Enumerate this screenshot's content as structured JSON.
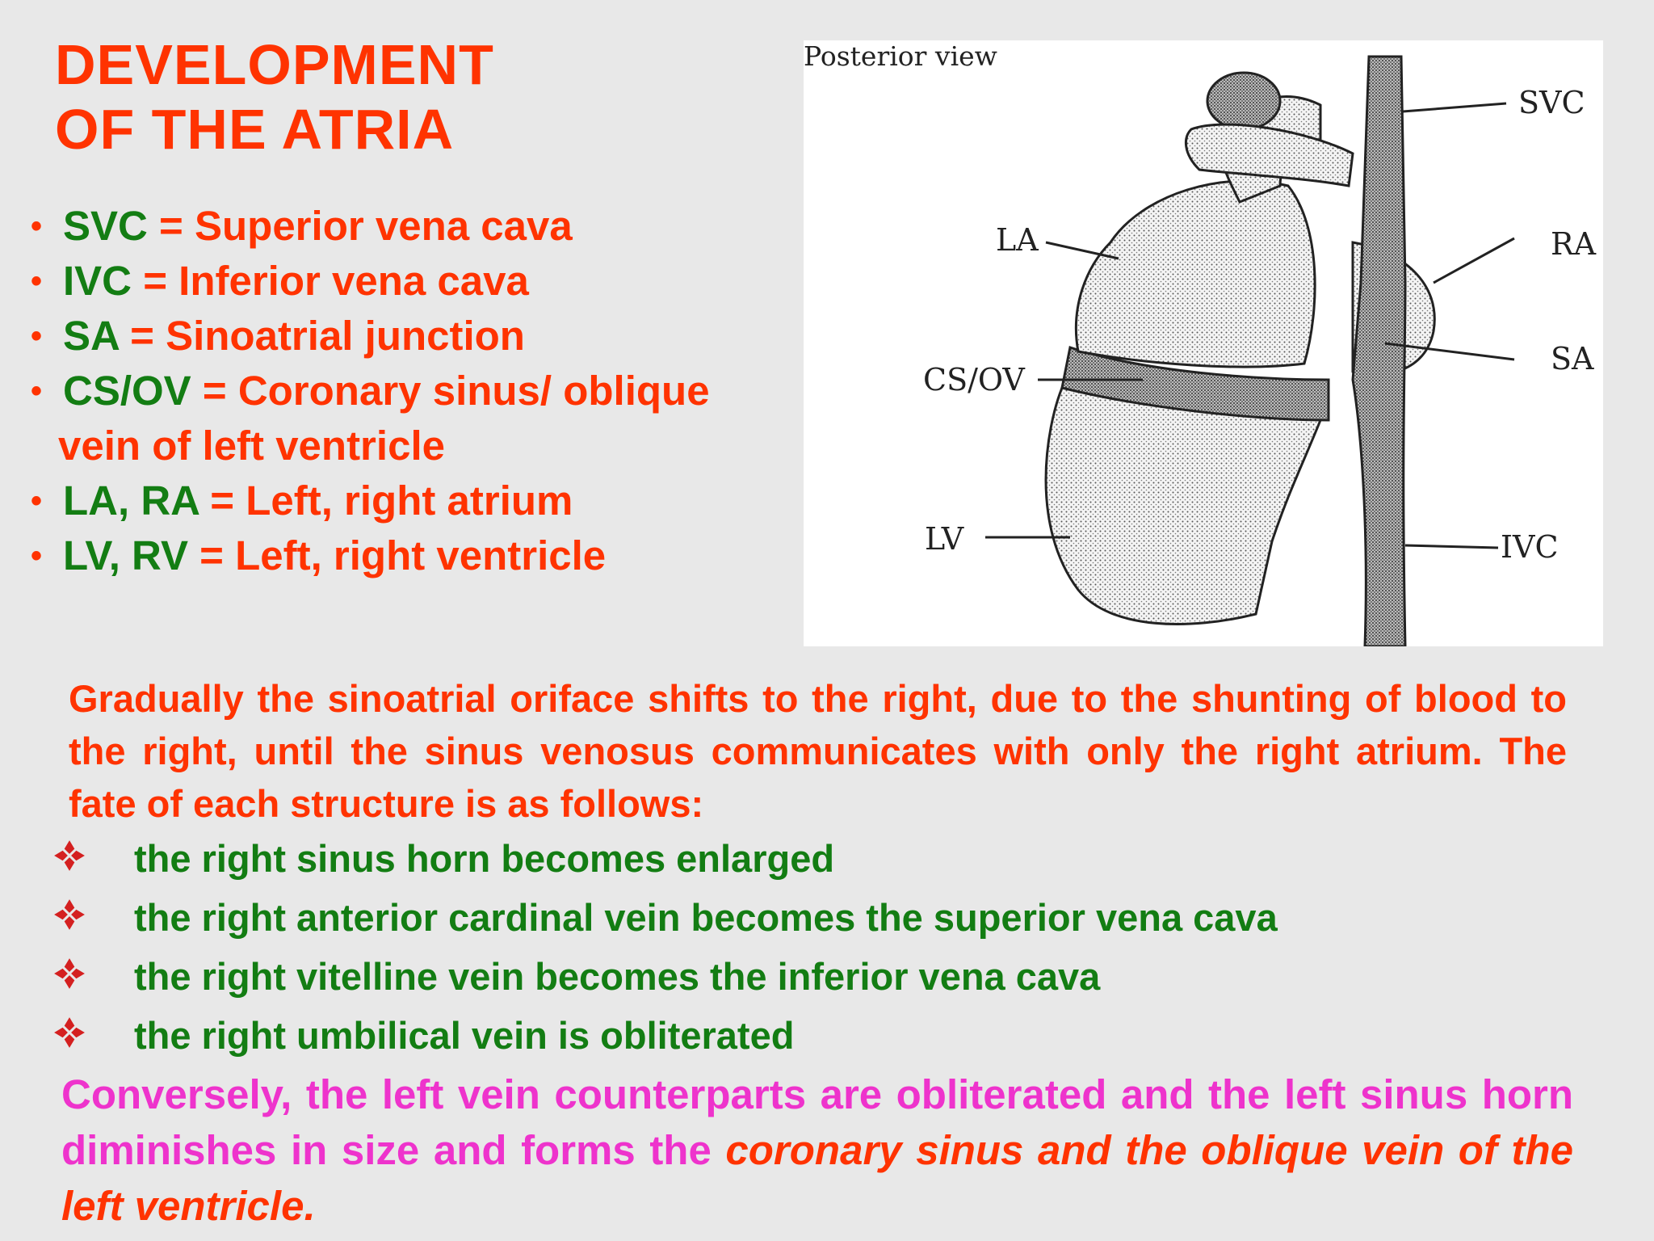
{
  "title": {
    "line1": "DEVELOPMENT",
    "line2": "OF THE ATRIA"
  },
  "definitions": [
    {
      "bullet": "•",
      "abbr": "SVC",
      "meaning": " = Superior vena cava"
    },
    {
      "bullet": "•",
      "abbr": "IVC",
      "meaning": " = Inferior vena cava"
    },
    {
      "bullet": "•",
      "abbr": "SA",
      "meaning": " = Sinoatrial junction"
    },
    {
      "bullet": "•",
      "abbr": "CS/OV",
      "meaning": " = Coronary sinus/ oblique"
    },
    {
      "bullet": "",
      "abbr": "",
      "meaning": "vein of left ventricle"
    },
    {
      "bullet": "•",
      "abbr": "LA, RA",
      "meaning": " = Left, right atrium"
    },
    {
      "bullet": "•",
      "abbr": "LV, RV",
      "meaning": " = Left, right ventricle"
    }
  ],
  "figure": {
    "caption": "Posterior view",
    "labels": {
      "svc": "SVC",
      "la": "LA",
      "ra": "RA",
      "sa": "SA",
      "csov": "CS/OV",
      "lv": "LV",
      "ivc": "IVC"
    }
  },
  "paragraph": "Gradually the sinoatrial oriface shifts to the right, due to the shunting of blood to the right, until the sinus venosus communicates with only the right atrium. The fate of each structure is as follows:",
  "fates": [
    "the right sinus horn becomes enlarged",
    "the right anterior cardinal vein becomes the superior vena cava",
    "the right vitelline vein becomes the inferior vena cava",
    "the right umbilical vein is obliterated"
  ],
  "fate_icon": "diamond-bullet-icon",
  "conclusion": {
    "plain": "Conversely, the left vein counterparts are obliterated and the left sinus horn diminishes in size and forms the ",
    "emphasis": "coronary sinus and the oblique vein of the left ventricle."
  },
  "colors": {
    "background": "#e8e8e8",
    "red": "#ff3300",
    "green": "#137d13",
    "magenta": "#ee33cc"
  }
}
